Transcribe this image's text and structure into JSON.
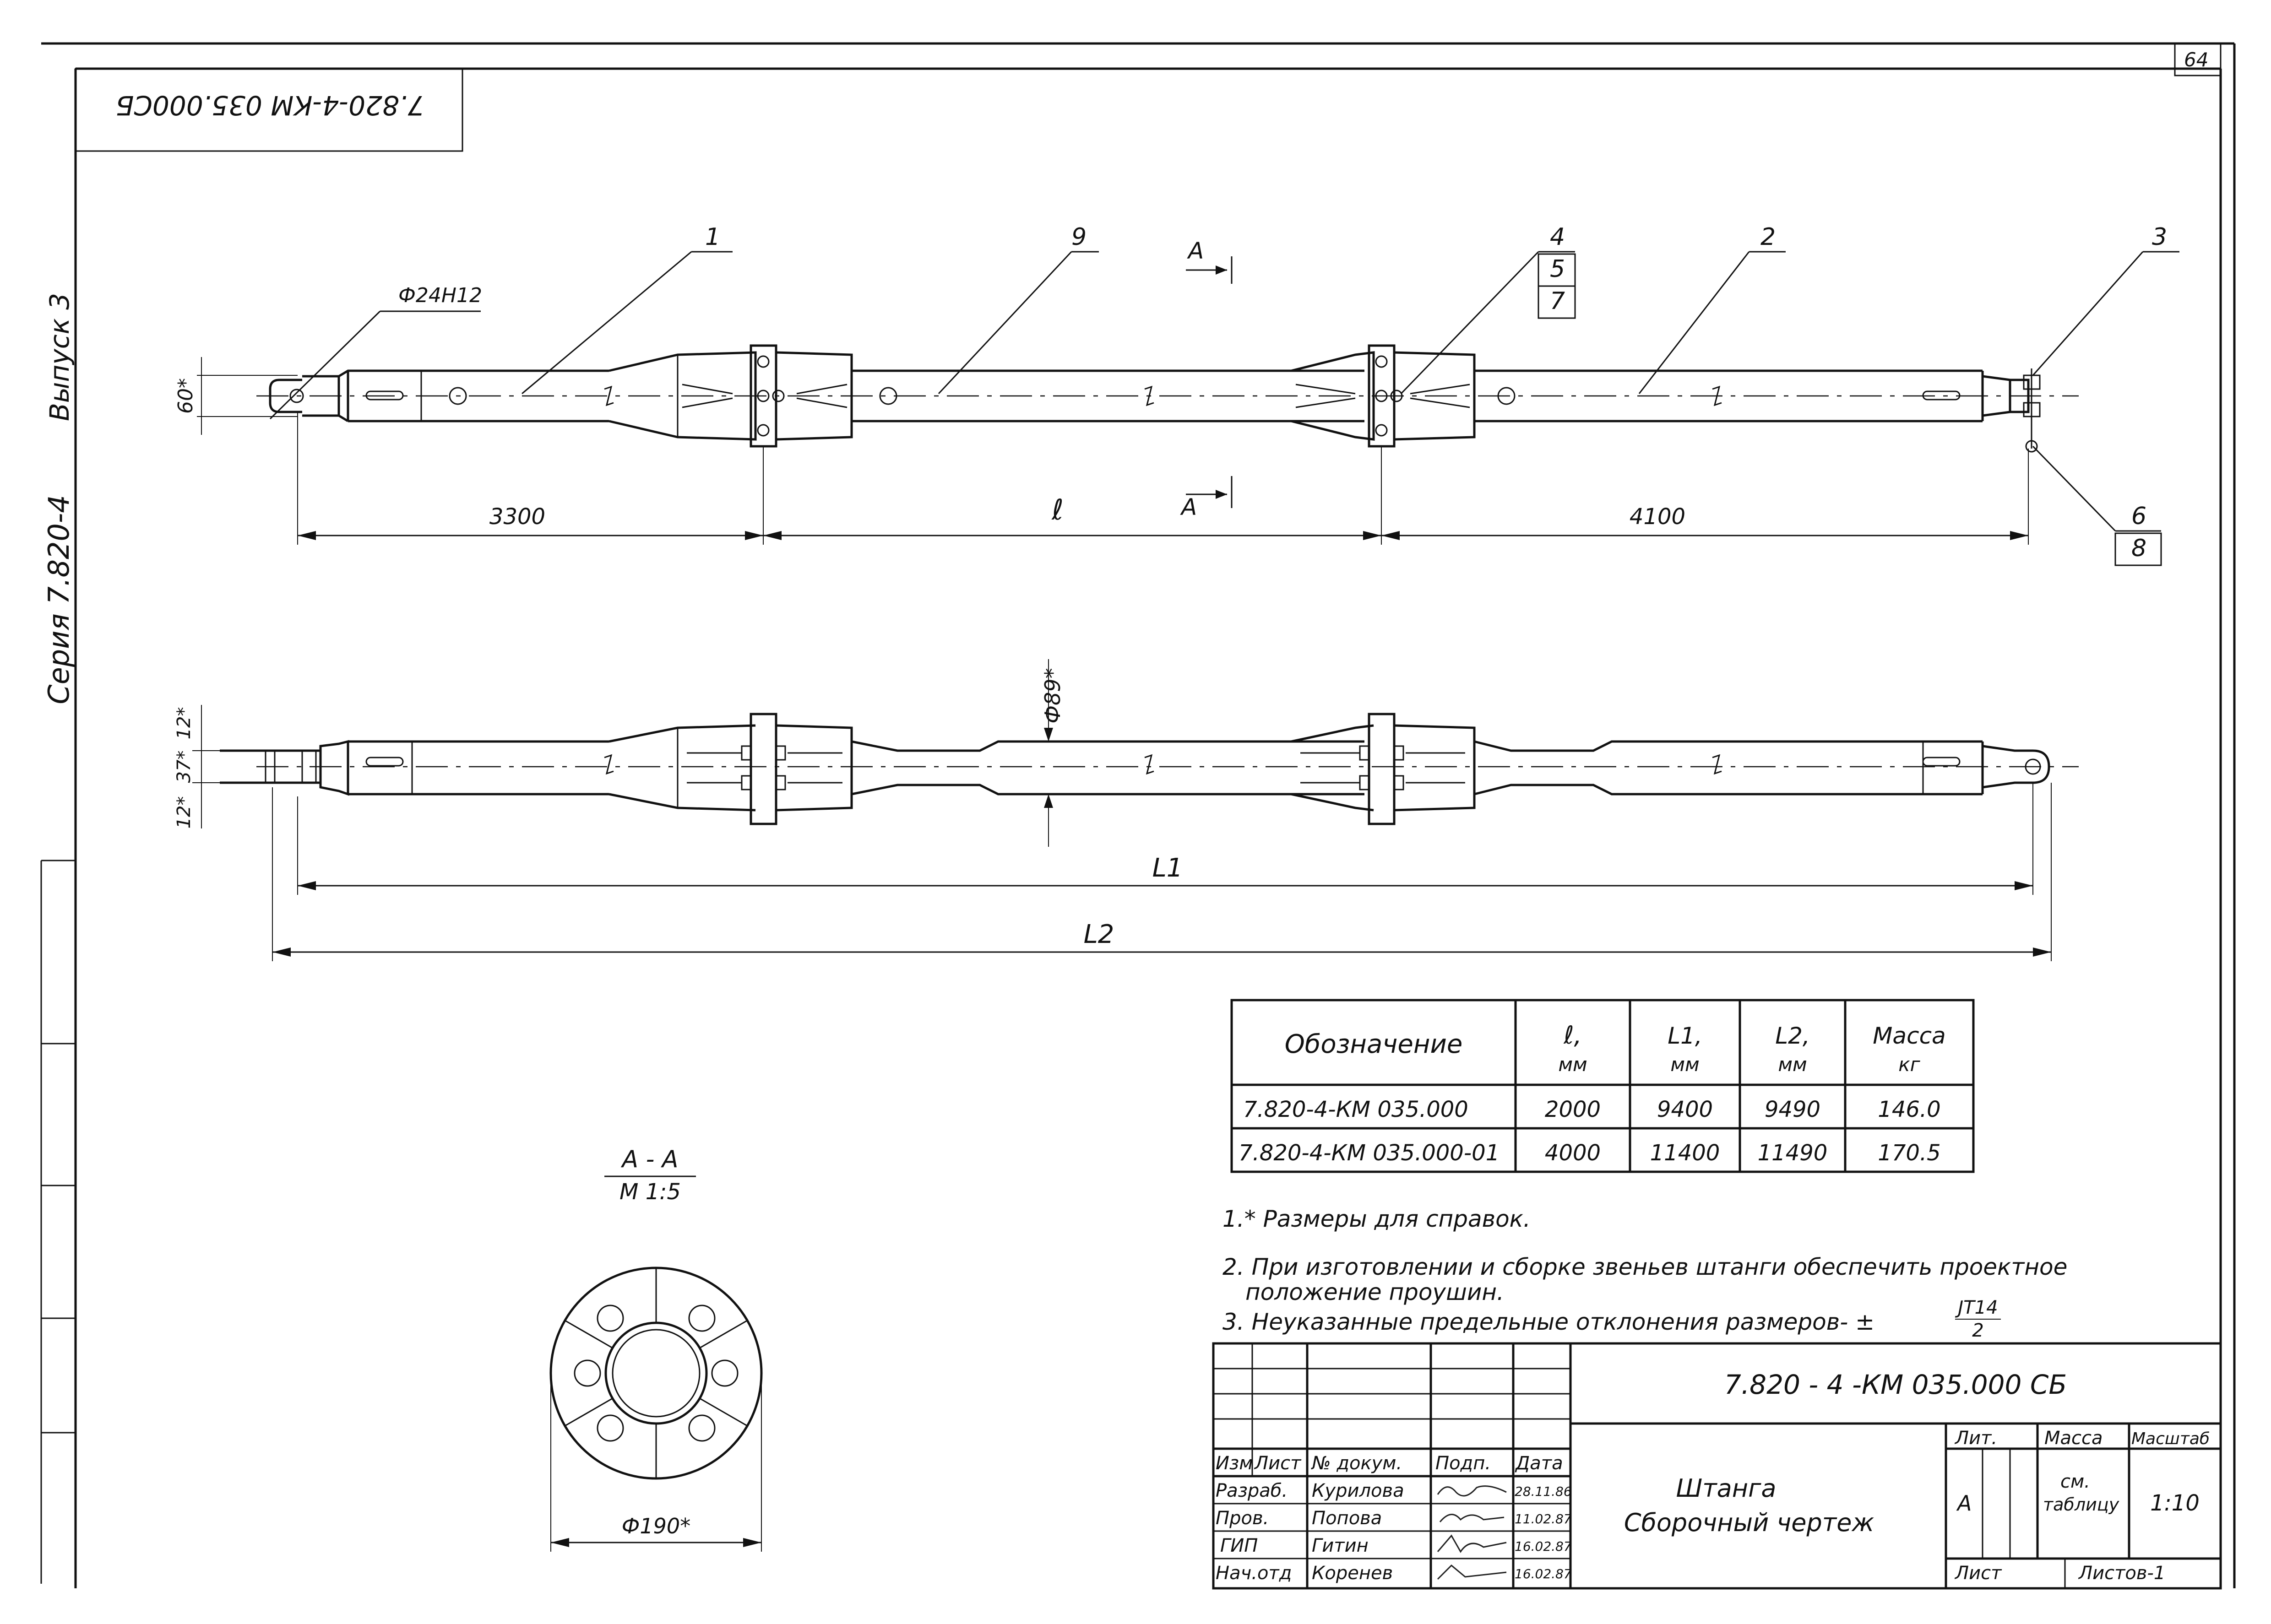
{
  "sheet_number": "64",
  "stamp_code": "7.820-4-КМ 035.000СБ",
  "margin": {
    "issue": "Выпуск 3",
    "series": "Серия 7.820-4"
  },
  "callouts": {
    "c1": "1",
    "c9": "9",
    "c4": "4",
    "c5": "5",
    "c7": "7",
    "c2": "2",
    "c3": "3",
    "c6": "6",
    "c8": "8",
    "section_letter": "A"
  },
  "dims": {
    "phi24": "Ф24Н12",
    "d60": "60*",
    "d3300": "3300",
    "d_l": "ℓ",
    "d4100": "4100",
    "phi89": "Ф89*",
    "d12a": "12*",
    "d37": "37*",
    "d12b": "12*",
    "L1": "L1",
    "L2": "L2"
  },
  "section": {
    "title": "А - А",
    "scale": "М 1:5",
    "phi190": "Ф190*"
  },
  "table": {
    "headers": [
      "Обозначение",
      "ℓ,",
      "L1,",
      "L2,",
      "Масса"
    ],
    "header_units": [
      "",
      "мм",
      "мм",
      "мм",
      "кг"
    ],
    "rows": [
      [
        "7.820-4-КМ 035.000",
        "2000",
        "9400",
        "9490",
        "146.0"
      ],
      [
        "7.820-4-КМ 035.000-01",
        "4000",
        "11400",
        "11490",
        "170.5"
      ]
    ]
  },
  "notes": {
    "n1": "1.* Размеры для справок.",
    "n2a": "2. При изготовлении и сборке звеньев штанги обеспечить проектное",
    "n2b": "положение проушин.",
    "n3": "3. Неуказанные предельные отклонения размеров- ±",
    "n3_num": "JT14",
    "n3_den": "2"
  },
  "title_block": {
    "doc_code": "7.820 - 4 -КМ 035.000 СБ",
    "name_line1": "Штанга",
    "name_line2": "Сборочный чертеж",
    "col_izm": "Изм",
    "col_list": "Лист",
    "col_doc": "№ докум.",
    "col_sign": "Подп.",
    "col_date": "Дата",
    "staff": [
      {
        "role": "Разраб.",
        "name": "Курилова",
        "date": "28.11.86"
      },
      {
        "role": "Пров.",
        "name": "Попова",
        "date": "11.02.87"
      },
      {
        "role": "ГИП",
        "name": "Гитин",
        "date": "16.02.87"
      },
      {
        "role": "Нач.отд",
        "name": "Коренев",
        "date": "16.02.87"
      }
    ],
    "lit_label": "Лит.",
    "mass_label": "Масса",
    "scale_label": "Масштаб",
    "lit_value": "А",
    "mass_value1": "см.",
    "mass_value2": "таблицу",
    "scale_value": "1:10",
    "sheet_label": "Лист",
    "sheets_label": "Листов-1"
  }
}
